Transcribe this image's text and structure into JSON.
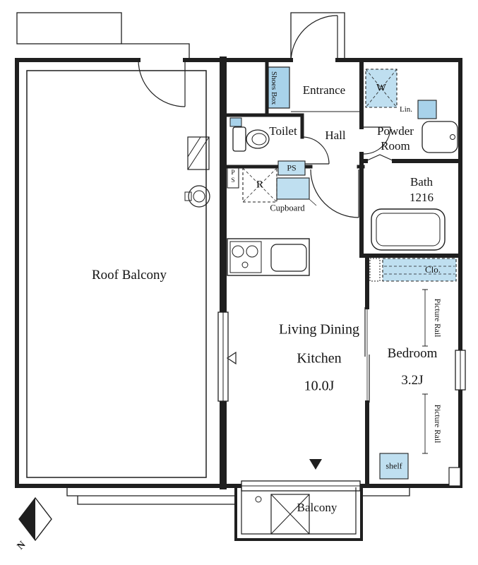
{
  "plan_type": "floor-plan",
  "colors": {
    "line": "#1f1f1f",
    "fixture_blue_light": "#bfdff0",
    "fixture_blue_medium": "#a8d2ea"
  },
  "rooms": {
    "roof_balcony": "Roof Balcony",
    "entrance": "Entrance",
    "toilet": "Toilet",
    "hall": "Hall",
    "powder_line1": "Powder",
    "powder_line2": "Room",
    "bath_line1": "Bath",
    "bath_line2": "1216",
    "ldk_line1": "Living Dining",
    "ldk_line2": "Kitchen",
    "ldk_line3": "10.0J",
    "bedroom_line1": "Bedroom",
    "bedroom_line2": "3.2J",
    "balcony": "Balcony"
  },
  "fixtures": {
    "shoes_box": "Shoes Box",
    "washer": "W",
    "linen": "Lin.",
    "ps_left": "PS",
    "ps_top": "PS",
    "fridge": "R",
    "cupboard": "Cupboard",
    "closet": "Clo.",
    "picture_rail": "Picture Rail",
    "shelf": "shelf"
  },
  "compass": {
    "north": "N"
  }
}
